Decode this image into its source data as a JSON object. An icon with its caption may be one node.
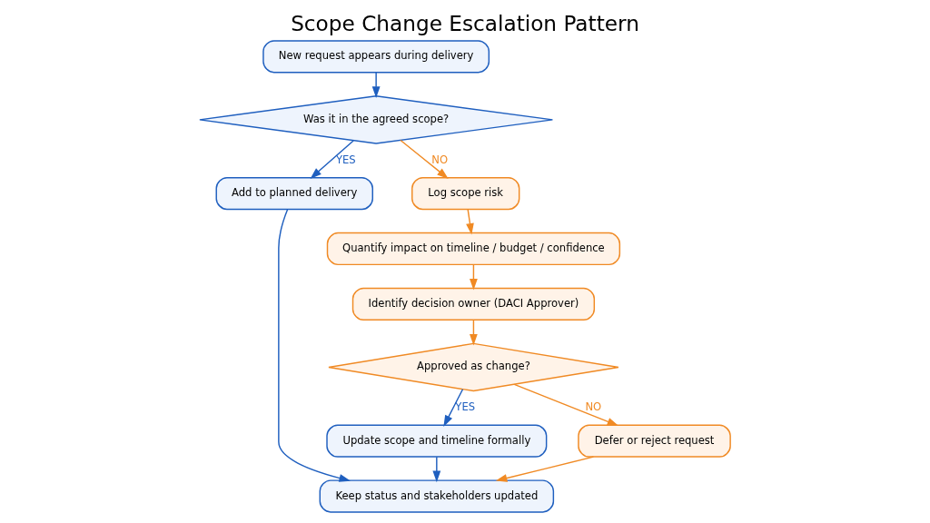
{
  "diagram": {
    "title": "Scope Change Escalation Pattern",
    "nodes": [
      {
        "text": [
          "New request appears during delivery"
        ]
      },
      {
        "text": [
          "Was it in the agreed scope?"
        ]
      },
      {
        "text": [
          "Add to planned delivery"
        ]
      },
      {
        "text": [
          "Log scope risk"
        ]
      },
      {
        "text": [
          "Quantify impact on timeline / budget / confidence"
        ]
      },
      {
        "text": [
          "Identify decision owner (DACI Approver)"
        ]
      },
      {
        "text": [
          "Approved as change?"
        ]
      },
      {
        "text": [
          "Update scope and timeline formally"
        ]
      },
      {
        "text": [
          "Defer or reject request"
        ]
      },
      {
        "text": [
          "Keep status and stakeholders updated"
        ]
      }
    ],
    "edges": [
      {
        "from": 0,
        "to": 1,
        "arrow": "to",
        "color": "#1f5fbf"
      },
      {
        "from": 1,
        "to": 2,
        "arrow": "to",
        "label": "YES",
        "color": "#1f5fbf"
      },
      {
        "from": 1,
        "to": 3,
        "arrow": "to",
        "label": "NO"
      },
      {
        "from": 3,
        "to": 4,
        "arrow": "to"
      },
      {
        "from": 4,
        "to": 5,
        "arrow": "to"
      },
      {
        "from": 5,
        "to": 6,
        "arrow": "to"
      },
      {
        "from": 6,
        "to": 7,
        "arrow": "to",
        "label": "YES",
        "color": "#1f5fbf"
      },
      {
        "from": 6,
        "to": 8,
        "arrow": "to",
        "label": "NO"
      },
      {
        "from": 7,
        "to": 9,
        "arrow": "to",
        "color": "#1f5fbf"
      },
      {
        "from": 2,
        "to": 9,
        "arrow": "to",
        "color": "#1f5fbf"
      },
      {
        "from": 8,
        "to": 9,
        "arrow": "to"
      }
    ]
  }
}
